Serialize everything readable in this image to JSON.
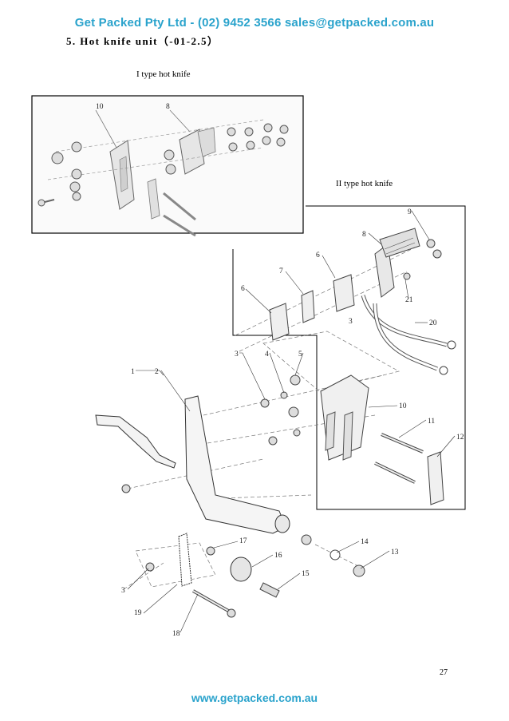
{
  "header": {
    "contact": "Get  Packed Pty  Ltd - (02) 9452 3566  sales@getpacked.com.au"
  },
  "section": {
    "title": "5.  Hot knife unit（-01-2.5）"
  },
  "type1": {
    "label": "I type hot knife",
    "callouts": [
      "10",
      "8"
    ]
  },
  "type2": {
    "label": "II type hot knife"
  },
  "callouts": {
    "c1": "1",
    "c2": "2",
    "c3a": "3",
    "c3b": "3",
    "c3c": "3",
    "c4": "4",
    "c5": "5",
    "c6a": "6",
    "c6b": "6",
    "c7": "7",
    "c8": "8",
    "c9": "9",
    "c10": "10",
    "c11": "11",
    "c12": "12",
    "c13": "13",
    "c14": "14",
    "c15": "15",
    "c16": "16",
    "c17": "17",
    "c18": "18",
    "c19": "19",
    "c20": "20",
    "c21": "21"
  },
  "page": {
    "number": "27"
  },
  "footer": {
    "url": "www.getpacked.com.au"
  },
  "colors": {
    "brand": "#2aa3cc"
  }
}
